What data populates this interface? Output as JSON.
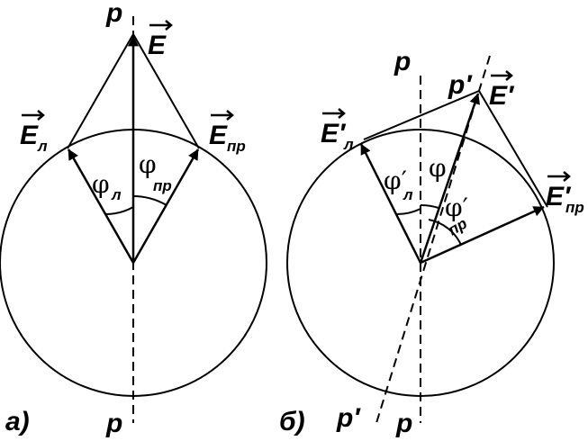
{
  "panel_a": {
    "tag": "а)",
    "axis_top": "p",
    "axis_bottom": "p",
    "vec_sum": "E",
    "vec_left": "E",
    "vec_left_sub": "л",
    "vec_right": "E",
    "vec_right_sub": "пр",
    "angle_left": "φ",
    "angle_left_sub": "л",
    "angle_right": "φ",
    "angle_right_sub": "пр"
  },
  "panel_b": {
    "tag": "б)",
    "axis_top": "p",
    "axis_bottom": "p",
    "tilted_top": "p′",
    "tilted_bottom": "p′",
    "vec_sum": "E′",
    "vec_left": "E′",
    "vec_left_sub": "л",
    "vec_right": "E′",
    "vec_right_sub": "пр",
    "angle_left": "φ′",
    "angle_left_sub": "л",
    "angle_mid": "φ",
    "angle_right": "φ′",
    "angle_right_sub": "пр"
  }
}
